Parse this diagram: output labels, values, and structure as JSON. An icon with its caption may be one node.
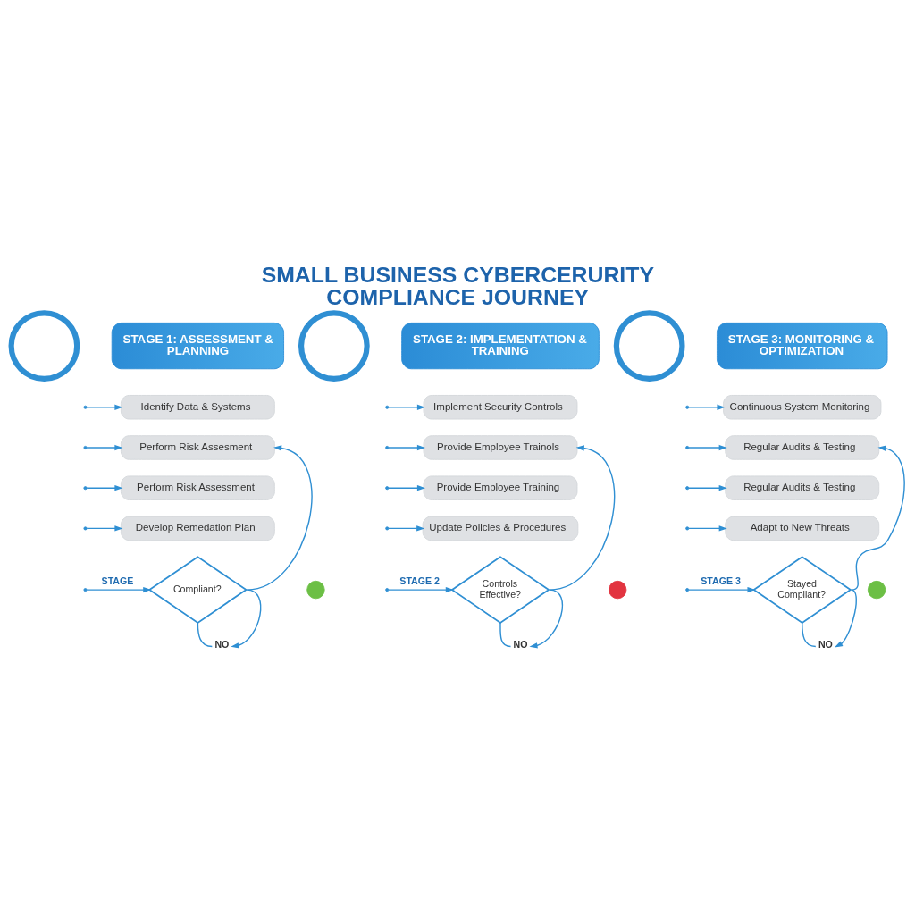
{
  "diagram": {
    "title": "SMALL BUSINESS CYBERCERURITY COMPLIANCE JOURNEY",
    "nodes": [
      {
        "text": [],
        "shape": "circle"
      },
      {
        "text": [
          "STAGE 1: ASSESSMENT & PLANNING"
        ]
      },
      {
        "text": [
          "Identify Data & Systems"
        ]
      },
      {
        "text": [
          "Perform Risk Assesment"
        ]
      },
      {
        "text": [
          "Perform Risk Assessment"
        ]
      },
      {
        "text": [
          "Develop Remedation Plan"
        ]
      },
      {
        "text": [
          "Compliant?"
        ]
      },
      {
        "text": [],
        "shape": "circle"
      },
      {
        "text": [
          "NO"
        ]
      },
      {
        "text": [],
        "shape": "circle"
      },
      {
        "text": [
          "STAGE 2: IMPLEMENTATION & TRAINING"
        ]
      },
      {
        "text": [
          "Implement Security Controls"
        ]
      },
      {
        "text": [
          "Provide Employee Trainols"
        ]
      },
      {
        "text": [
          "Provide Employee Training"
        ]
      },
      {
        "text": [
          "Update Policies & Procedures"
        ]
      },
      {
        "text": [
          "Controls Effective?"
        ]
      },
      {
        "text": [],
        "shape": "circle"
      },
      {
        "text": [
          "NO"
        ]
      },
      {
        "text": [],
        "shape": "circle"
      },
      {
        "text": [
          "STAGE 3: MONITORING & OPTIMIZATION"
        ]
      },
      {
        "text": [
          "Continuous System Monitoring"
        ]
      },
      {
        "text": [
          "Regular Audits & Testing"
        ]
      },
      {
        "text": [
          "Regular Audits & Testing"
        ]
      },
      {
        "text": [
          "Adapt to New Threats"
        ]
      },
      {
        "text": [
          "Stayed Compliant?"
        ]
      },
      {
        "text": [],
        "shape": "circle"
      },
      {
        "text": [
          "NO"
        ]
      }
    ],
    "edges": [
      {
        "from": null,
        "to": 2,
        "arrow": "to"
      },
      {
        "from": null,
        "to": 3,
        "arrow": "to"
      },
      {
        "from": null,
        "to": 4,
        "arrow": "to"
      },
      {
        "from": null,
        "to": 5,
        "arrow": "to"
      },
      {
        "from": null,
        "to": 6,
        "arrow": "to",
        "label": "STAGE"
      },
      {
        "from": 6,
        "to": 8,
        "arrow": "none"
      },
      {
        "from": 6,
        "to": 3,
        "arrow": "to"
      },
      {
        "from": 6,
        "to": 8,
        "arrow": "to"
      },
      {
        "from": null,
        "to": 11,
        "arrow": "to"
      },
      {
        "from": null,
        "to": 12,
        "arrow": "to"
      },
      {
        "from": null,
        "to": 13,
        "arrow": "to"
      },
      {
        "from": null,
        "to": 14,
        "arrow": "to"
      },
      {
        "from": null,
        "to": 15,
        "arrow": "to",
        "label": "STAGE 2"
      },
      {
        "from": 15,
        "to": 17,
        "arrow": "none"
      },
      {
        "from": 15,
        "to": 12,
        "arrow": "to"
      },
      {
        "from": 15,
        "to": 17,
        "arrow": "to"
      },
      {
        "from": null,
        "to": 20,
        "arrow": "to"
      },
      {
        "from": null,
        "to": 21,
        "arrow": "to"
      },
      {
        "from": null,
        "to": 22,
        "arrow": "to"
      },
      {
        "from": null,
        "to": 23,
        "arrow": "to"
      },
      {
        "from": null,
        "to": 24,
        "arrow": "to",
        "label": "STAGE 3"
      },
      {
        "from": 24,
        "to": 26,
        "arrow": "none"
      },
      {
        "from": 24,
        "to": 21,
        "arrow": "to"
      },
      {
        "from": 24,
        "to": 26,
        "arrow": "to"
      }
    ]
  }
}
